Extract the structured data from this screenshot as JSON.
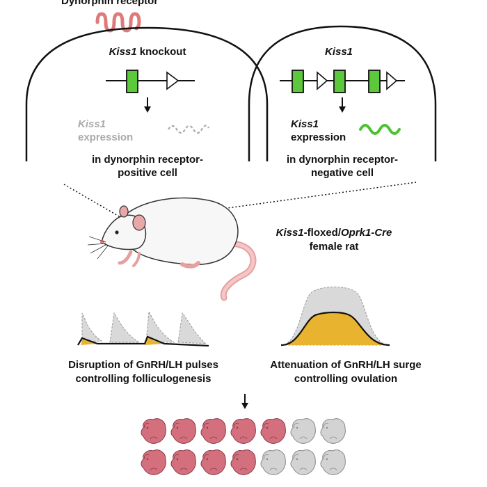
{
  "title_top": "Dynorphin receptor",
  "left_cell": {
    "gene_prefix": "Kiss1",
    "gene_suffix": " knockout",
    "expr_gene": "Kiss1",
    "expr_word": "expression",
    "caption_line1": "in dynorphin receptor-",
    "caption_line2": "positive cell"
  },
  "right_cell": {
    "gene": "Kiss1",
    "expr_gene": "Kiss1",
    "expr_word": "expression",
    "caption_line1": "in dynorphin receptor-",
    "caption_line2": "negative cell"
  },
  "rat": {
    "name_part1": "Kiss1",
    "name_part2": "-floxed/",
    "name_part3": "Oprk1-Cre",
    "name_line2": "female rat"
  },
  "outcomes": {
    "left_line1": "Disruption of GnRH/LH pulses",
    "left_line2": "controlling folliculogenesis",
    "right_line1": "Attenuation of GnRH/LH surge",
    "right_line2": "controlling ovulation"
  },
  "colors": {
    "gene_green": "#5cc83c",
    "wave_green": "#4cc230",
    "receptor": "#e07a7a",
    "pup_pink": "#d4707e",
    "pup_grey": "#d3d3d3",
    "hormone_fill": "#e8b32f",
    "grey_fill": "#d9d9d9"
  },
  "litter": {
    "rows": [
      [
        "pink",
        "pink",
        "pink",
        "pink",
        "pink",
        "grey",
        "grey"
      ],
      [
        "pink",
        "pink",
        "pink",
        "pink",
        "grey",
        "grey",
        "grey"
      ]
    ]
  }
}
